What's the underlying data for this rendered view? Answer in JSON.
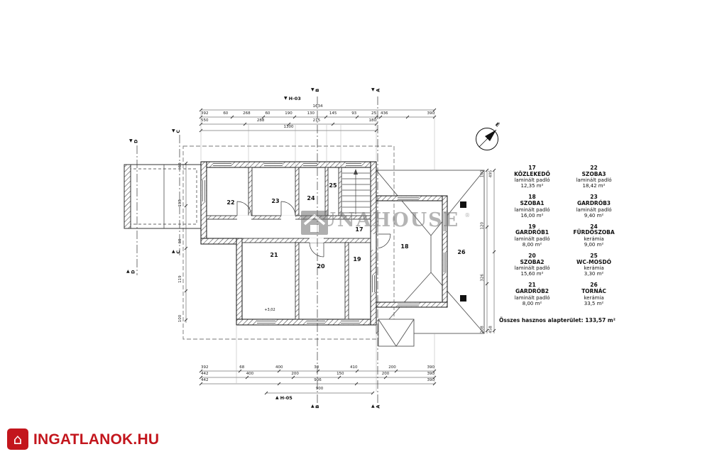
{
  "compass": {
    "label": "É"
  },
  "markers": {
    "h_top": "H-03",
    "h_bottom": "H-05",
    "a": "A",
    "b": "B",
    "c": "C",
    "d": "D"
  },
  "icons": {
    "tri_down": "▼",
    "tri_up": "▲",
    "house": "⌂"
  },
  "rooms": {
    "r17": "17",
    "r18": "18",
    "r19": "19",
    "r20": "20",
    "r21": "21",
    "r22": "22",
    "r23": "23",
    "r24": "24",
    "r25": "25",
    "r26": "26"
  },
  "plan_notes": {
    "elev1": "+3,02"
  },
  "dims": {
    "top_full": [
      "1634"
    ],
    "top_micro": [
      "392",
      "60",
      "268",
      "60",
      "190",
      "130",
      "145",
      "93",
      "25"
    ],
    "top_micro_right": [
      "436",
      "390"
    ],
    "top_seg": [
      "550",
      "288",
      "215",
      "180"
    ],
    "top_main": [
      "1300"
    ],
    "bottom_r1": [
      "392",
      "68",
      "400",
      "30",
      "410",
      "200",
      "390"
    ],
    "bottom_r2": [
      "442",
      "400",
      "200",
      "150",
      "200",
      "390"
    ],
    "bottom_r3": [
      "442",
      "906",
      "390"
    ],
    "bottom_r4": [
      "900"
    ],
    "left_v": [
      "100",
      "119",
      "60",
      "198",
      "60"
    ],
    "right_v1": [
      "208",
      "326",
      "120",
      "100"
    ],
    "right_v2": [
      "458",
      "495"
    ]
  },
  "legend": {
    "entries": [
      {
        "number": "17",
        "name": "KÖZLEKEDŐ",
        "material": "laminált padló",
        "area": "12,35 m²"
      },
      {
        "number": "22",
        "name": "SZOBA3",
        "material": "laminált padló",
        "area": "18,42 m²"
      },
      {
        "number": "18",
        "name": "SZOBA1",
        "material": "laminált padló",
        "area": "16,00 m²"
      },
      {
        "number": "23",
        "name": "GARDRÓB3",
        "material": "laminált padló",
        "area": "9,40 m²"
      },
      {
        "number": "19",
        "name": "GARDRÓB1",
        "material": "laminált padló",
        "area": "8,00 m²"
      },
      {
        "number": "24",
        "name": "FÜRDŐSZOBA",
        "material": "kerámia",
        "area": "9,00 m²"
      },
      {
        "number": "20",
        "name": "SZOBA2",
        "material": "laminált padló",
        "area": "15,60 m²"
      },
      {
        "number": "25",
        "name": "WC-MOSDÓ",
        "material": "kerámia",
        "area": "3,30 m²"
      },
      {
        "number": "21",
        "name": "GARDRÓB2",
        "material": "laminált padló",
        "area": "8,00 m²"
      },
      {
        "number": "26",
        "name": "TORNÁC",
        "material": "kerámia",
        "area": "33,5 m²"
      }
    ],
    "total": "Összes hasznos alapterület: 133,57 m²"
  },
  "watermark": {
    "text": "DUNAHOUSE",
    "reg": "®"
  },
  "footer": {
    "brand": "INGATLANOK.HU"
  },
  "colors": {
    "brand_red": "#c3161d",
    "watermark_gray": "#787878"
  }
}
